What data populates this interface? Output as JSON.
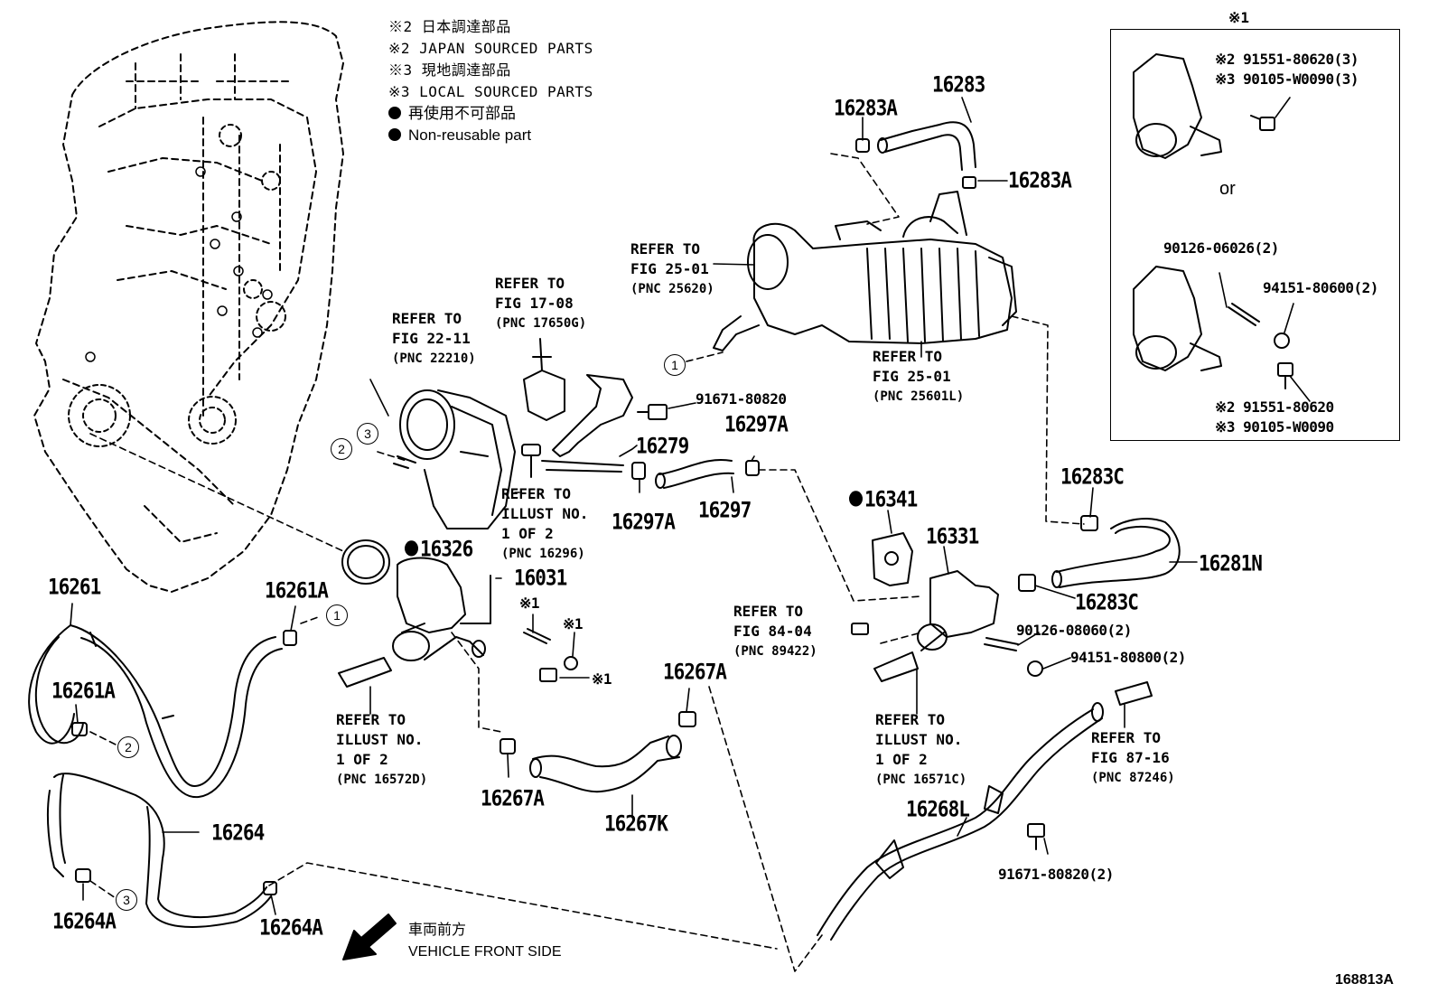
{
  "legend": {
    "jp_sourced_ja": "※2 日本調達部品",
    "jp_sourced_en": "※2 JAPAN SOURCED PARTS",
    "local_sourced_ja": "※3 現地調達部品",
    "local_sourced_en": "※3 LOCAL SOURCED PARTS",
    "non_reusable_ja": "再使用不可部品",
    "non_reusable_en": "Non-reusable part"
  },
  "inset": {
    "title": "※1",
    "pn_a1": "※2 91551-80620(3)",
    "pn_a2": "※3 90105-W0090(3)",
    "or": "or",
    "pn_b1": "90126-06026(2)",
    "pn_b2": "94151-80600(2)",
    "pn_b3": "※2 91551-80620",
    "pn_b4": "※3 90105-W0090"
  },
  "parts": {
    "p16283": "16283",
    "p16283A_1": "16283A",
    "p16283A_2": "16283A",
    "p91671_80820": "91671-80820",
    "p16297A_1": "16297A",
    "p16279": "16279",
    "p16297A_2": "16297A",
    "p16297": "16297",
    "p16283C_1": "16283C",
    "p16341": "16341",
    "p16331": "16331",
    "p16281N": "16281N",
    "p16283C_2": "16283C",
    "p16326": "16326",
    "p16031": "16031",
    "p16261": "16261",
    "p16261A_1": "16261A",
    "p16261A_2": "16261A",
    "p16264": "16264",
    "p16264A_1": "16264A",
    "p16264A_2": "16264A",
    "p16267A_1": "16267A",
    "p16267A_2": "16267A",
    "p16267K": "16267K",
    "p16268L": "16268L",
    "p90126_08060": "90126-08060(2)",
    "p94151_80800": "94151-80800(2)",
    "p91671_80820_2": "91671-80820(2)",
    "note1_a": "※1",
    "note1_b": "※1",
    "note1_c": "※1"
  },
  "refs": {
    "r25620": {
      "l1": "REFER TO",
      "l2": "FIG 25-01",
      "l3": "(PNC 25620)"
    },
    "r17650g": {
      "l1": "REFER TO",
      "l2": "FIG 17-08",
      "l3": "(PNC 17650G)"
    },
    "r22210": {
      "l1": "REFER TO",
      "l2": "FIG 22-11",
      "l3": "(PNC 22210)"
    },
    "r25601l": {
      "l1": "REFER TO",
      "l2": "FIG 25-01",
      "l3": "(PNC 25601L)"
    },
    "r16296": {
      "l1": "REFER TO",
      "l2": "ILLUST NO.",
      "l3": "1 OF 2",
      "l4": "(PNC 16296)"
    },
    "r89422": {
      "l1": "REFER TO",
      "l2": "FIG 84-04",
      "l3": "(PNC 89422)"
    },
    "r16572d": {
      "l1": "REFER TO",
      "l2": "ILLUST NO.",
      "l3": "1 OF 2",
      "l4": "(PNC 16572D)"
    },
    "r16571c": {
      "l1": "REFER TO",
      "l2": "ILLUST NO.",
      "l3": "1 OF 2",
      "l4": "(PNC 16571C)"
    },
    "r87246": {
      "l1": "REFER TO",
      "l2": "FIG 87-16",
      "l3": "(PNC 87246)"
    }
  },
  "callouts": {
    "c1": "1",
    "c2": "2",
    "c3": "3",
    "c1b": "1",
    "c2b": "2",
    "c3b": "3"
  },
  "front": {
    "ja": "車両前方",
    "en": "VEHICLE FRONT SIDE"
  },
  "figure_id": "168813A"
}
